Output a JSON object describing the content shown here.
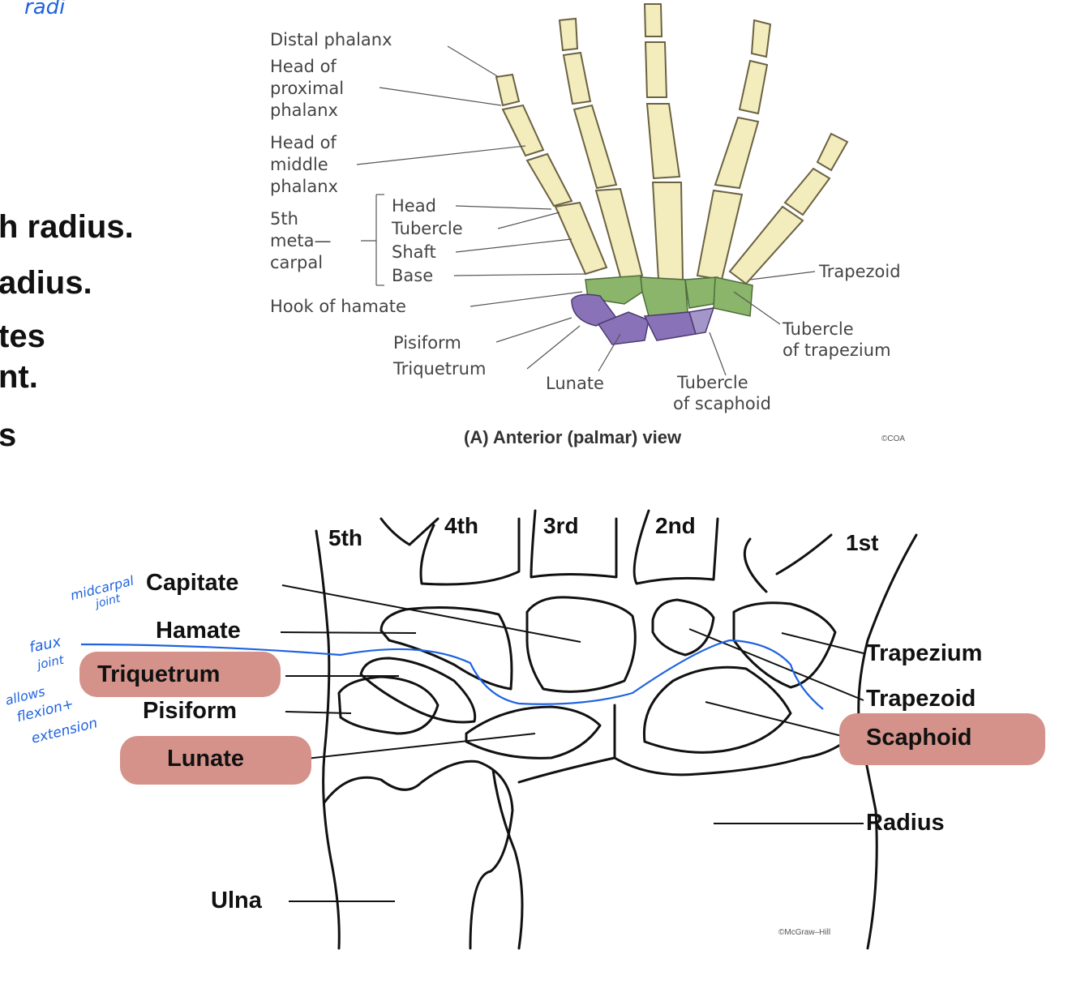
{
  "colors": {
    "bone": "#f3ecbc",
    "bone_outline": "#6b6242",
    "distal_row": "#8ab56a",
    "proximal_row": "#8a72b8",
    "highlight": "#d4928a",
    "annotation_ink": "#1e63e0"
  },
  "slide_fragments": [
    "h radius.",
    "adius.",
    "tes",
    "nt.",
    "s"
  ],
  "handwriting_top": "radi",
  "diagram_a": {
    "labels": {
      "distal_phalanx": "Distal phalanx",
      "head_proximal": [
        "Head of",
        "proximal",
        "phalanx"
      ],
      "head_middle": [
        "Head of",
        "middle",
        "phalanx"
      ],
      "fifth_metacarpal": [
        "5th",
        "meta—",
        "carpal"
      ],
      "head": "Head",
      "tubercle": "Tubercle",
      "shaft": "Shaft",
      "base": "Base",
      "hook_of_hamate": "Hook of hamate",
      "pisiform": "Pisiform",
      "triquetrum": "Triquetrum",
      "lunate": "Lunate",
      "tubercle_of_scaphoid": [
        "Tubercle",
        "of scaphoid"
      ],
      "trapezoid": "Trapezoid",
      "tubercle_of_trapezium": [
        "Tubercle",
        "of trapezium"
      ]
    },
    "caption": "(A)  Anterior (palmar) view",
    "credit": "©COA"
  },
  "diagram_b": {
    "digits": [
      "5th",
      "4th",
      "3rd",
      "2nd",
      "1st"
    ],
    "left_labels": {
      "capitate": "Capitate",
      "hamate": "Hamate",
      "triquetrum": "Triquetrum",
      "pisiform": "Pisiform",
      "lunate": "Lunate",
      "ulna": "Ulna"
    },
    "right_labels": {
      "trapezium": "Trapezium",
      "trapezoid": "Trapezoid",
      "scaphoid": "Scaphoid",
      "radius": "Radius"
    },
    "credit": "©McGraw–Hill",
    "highlighted": [
      "Triquetrum",
      "Lunate",
      "Scaphoid"
    ]
  },
  "annotations": {
    "midcarpal": [
      "midcarpal",
      "joint"
    ],
    "side_note": [
      "faux",
      "joint",
      "allows",
      "flexion+",
      "extension"
    ]
  }
}
